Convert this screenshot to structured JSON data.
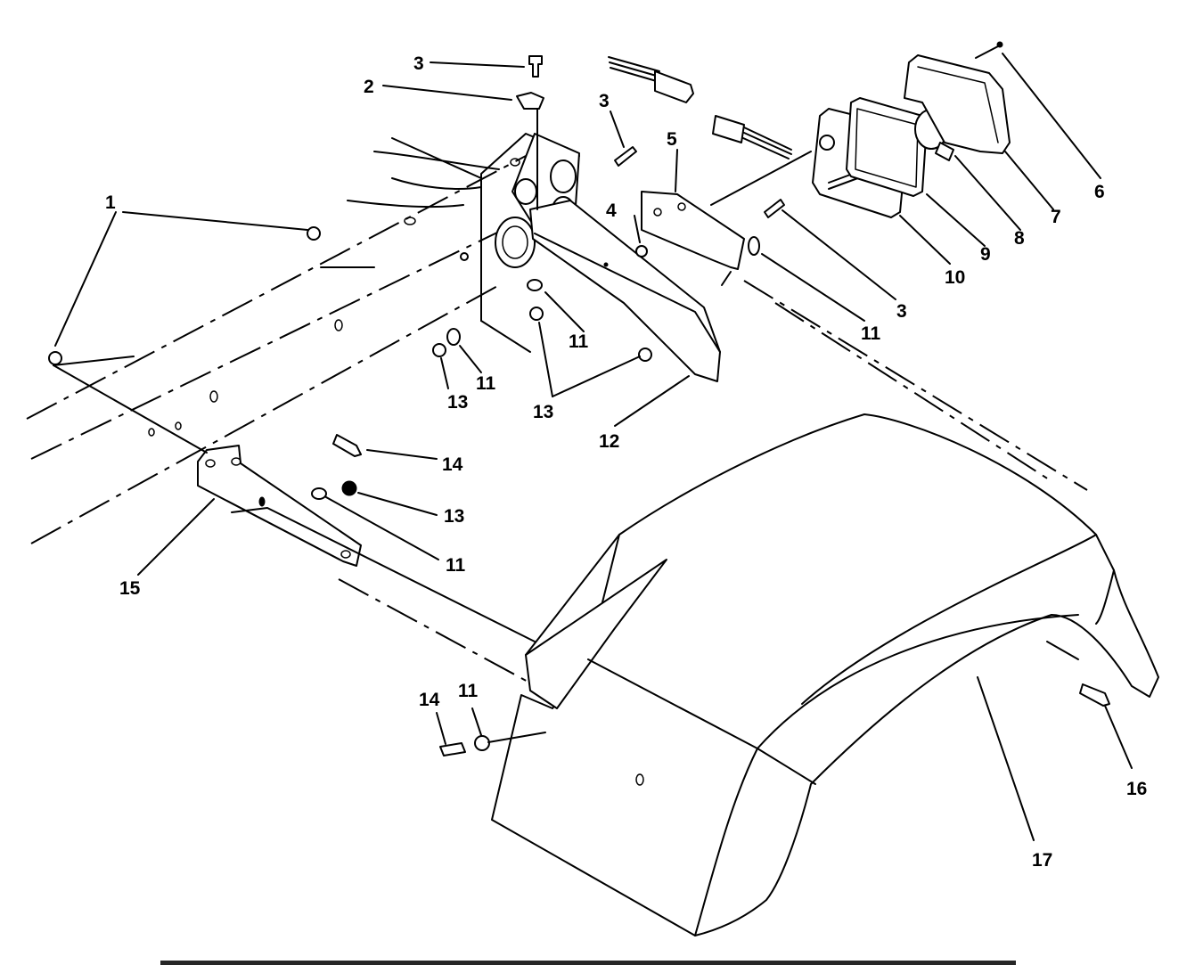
{
  "callouts": [
    {
      "id": "callout-1",
      "text": "1"
    },
    {
      "id": "callout-2",
      "text": "2"
    },
    {
      "id": "callout-3a",
      "text": "3"
    },
    {
      "id": "callout-3b",
      "text": "3"
    },
    {
      "id": "callout-3c",
      "text": "3"
    },
    {
      "id": "callout-4",
      "text": "4"
    },
    {
      "id": "callout-5",
      "text": "5"
    },
    {
      "id": "callout-6",
      "text": "6"
    },
    {
      "id": "callout-7",
      "text": "7"
    },
    {
      "id": "callout-8",
      "text": "8"
    },
    {
      "id": "callout-9",
      "text": "9"
    },
    {
      "id": "callout-10",
      "text": "10"
    },
    {
      "id": "callout-11a",
      "text": "11"
    },
    {
      "id": "callout-11b",
      "text": "11"
    },
    {
      "id": "callout-11c",
      "text": "11"
    },
    {
      "id": "callout-11d",
      "text": "11"
    },
    {
      "id": "callout-11e",
      "text": "11"
    },
    {
      "id": "callout-12",
      "text": "12"
    },
    {
      "id": "callout-13a",
      "text": "13"
    },
    {
      "id": "callout-13b",
      "text": "13"
    },
    {
      "id": "callout-13c",
      "text": "13"
    },
    {
      "id": "callout-14a",
      "text": "14"
    },
    {
      "id": "callout-14b",
      "text": "14"
    },
    {
      "id": "callout-15",
      "text": "15"
    },
    {
      "id": "callout-16",
      "text": "16"
    },
    {
      "id": "callout-17",
      "text": "17"
    }
  ]
}
